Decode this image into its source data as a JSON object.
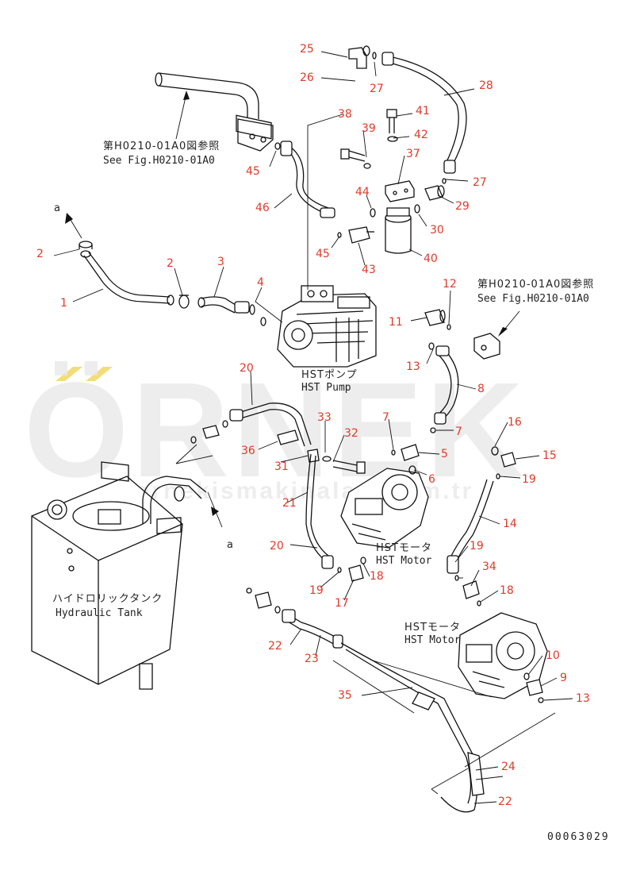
{
  "references": {
    "top_left": {
      "jp": "第H0210-01A0図参照",
      "en": "See Fig.H0210-01A0"
    },
    "right": {
      "jp": "第H0210-01A0図参照",
      "en": "See Fig.H0210-01A0"
    }
  },
  "components": {
    "hst_pump": {
      "jp": "HSTポンプ",
      "en": "HST Pump"
    },
    "hst_motor_1": {
      "jp": "HSTモータ",
      "en": "HST Motor"
    },
    "hst_motor_2": {
      "jp": "HSTモータ",
      "en": "HST Motor"
    },
    "hydraulic_tank": {
      "jp": "ハイドロリックタンク",
      "en": "Hydraulic Tank"
    }
  },
  "section_marks": {
    "a1": "a",
    "a2": "a"
  },
  "watermark": {
    "brand": "ÖRNEK",
    "url": "ornekismakinalari.com.tr"
  },
  "drawing_number": "00063029",
  "callouts": [
    {
      "id": "c25",
      "label": "25"
    },
    {
      "id": "c26",
      "label": "26"
    },
    {
      "id": "c27a",
      "label": "27"
    },
    {
      "id": "c28",
      "label": "28"
    },
    {
      "id": "c38",
      "label": "38"
    },
    {
      "id": "c41",
      "label": "41"
    },
    {
      "id": "c39",
      "label": "39"
    },
    {
      "id": "c42",
      "label": "42"
    },
    {
      "id": "c37",
      "label": "37"
    },
    {
      "id": "c27b",
      "label": "27"
    },
    {
      "id": "c45a",
      "label": "45"
    },
    {
      "id": "c44",
      "label": "44"
    },
    {
      "id": "c29",
      "label": "29"
    },
    {
      "id": "c46",
      "label": "46"
    },
    {
      "id": "c30",
      "label": "30"
    },
    {
      "id": "c45b",
      "label": "45"
    },
    {
      "id": "c40",
      "label": "40"
    },
    {
      "id": "c43",
      "label": "43"
    },
    {
      "id": "c2a",
      "label": "2"
    },
    {
      "id": "c2b",
      "label": "2"
    },
    {
      "id": "c3",
      "label": "3"
    },
    {
      "id": "c1",
      "label": "1"
    },
    {
      "id": "c4",
      "label": "4"
    },
    {
      "id": "c12",
      "label": "12"
    },
    {
      "id": "c11",
      "label": "11"
    },
    {
      "id": "c13a",
      "label": "13"
    },
    {
      "id": "c20a",
      "label": "20"
    },
    {
      "id": "c8",
      "label": "8"
    },
    {
      "id": "c33",
      "label": "33"
    },
    {
      "id": "c7a",
      "label": "7"
    },
    {
      "id": "c32",
      "label": "32"
    },
    {
      "id": "c36",
      "label": "36"
    },
    {
      "id": "c31",
      "label": "31"
    },
    {
      "id": "c7b",
      "label": "7"
    },
    {
      "id": "c16",
      "label": "16"
    },
    {
      "id": "c5",
      "label": "5"
    },
    {
      "id": "c15",
      "label": "15"
    },
    {
      "id": "c6",
      "label": "6"
    },
    {
      "id": "c19a",
      "label": "19"
    },
    {
      "id": "c21",
      "label": "21"
    },
    {
      "id": "c14",
      "label": "14"
    },
    {
      "id": "c20b",
      "label": "20"
    },
    {
      "id": "c19b",
      "label": "19"
    },
    {
      "id": "c34",
      "label": "34"
    },
    {
      "id": "c19c",
      "label": "19"
    },
    {
      "id": "c18a",
      "label": "18"
    },
    {
      "id": "c17",
      "label": "17"
    },
    {
      "id": "c18b",
      "label": "18"
    },
    {
      "id": "c22a",
      "label": "22"
    },
    {
      "id": "c23",
      "label": "23"
    },
    {
      "id": "c10",
      "label": "10"
    },
    {
      "id": "c9",
      "label": "9"
    },
    {
      "id": "c35",
      "label": "35"
    },
    {
      "id": "c13b",
      "label": "13"
    },
    {
      "id": "c24",
      "label": "24"
    },
    {
      "id": "c22b",
      "label": "22"
    }
  ]
}
